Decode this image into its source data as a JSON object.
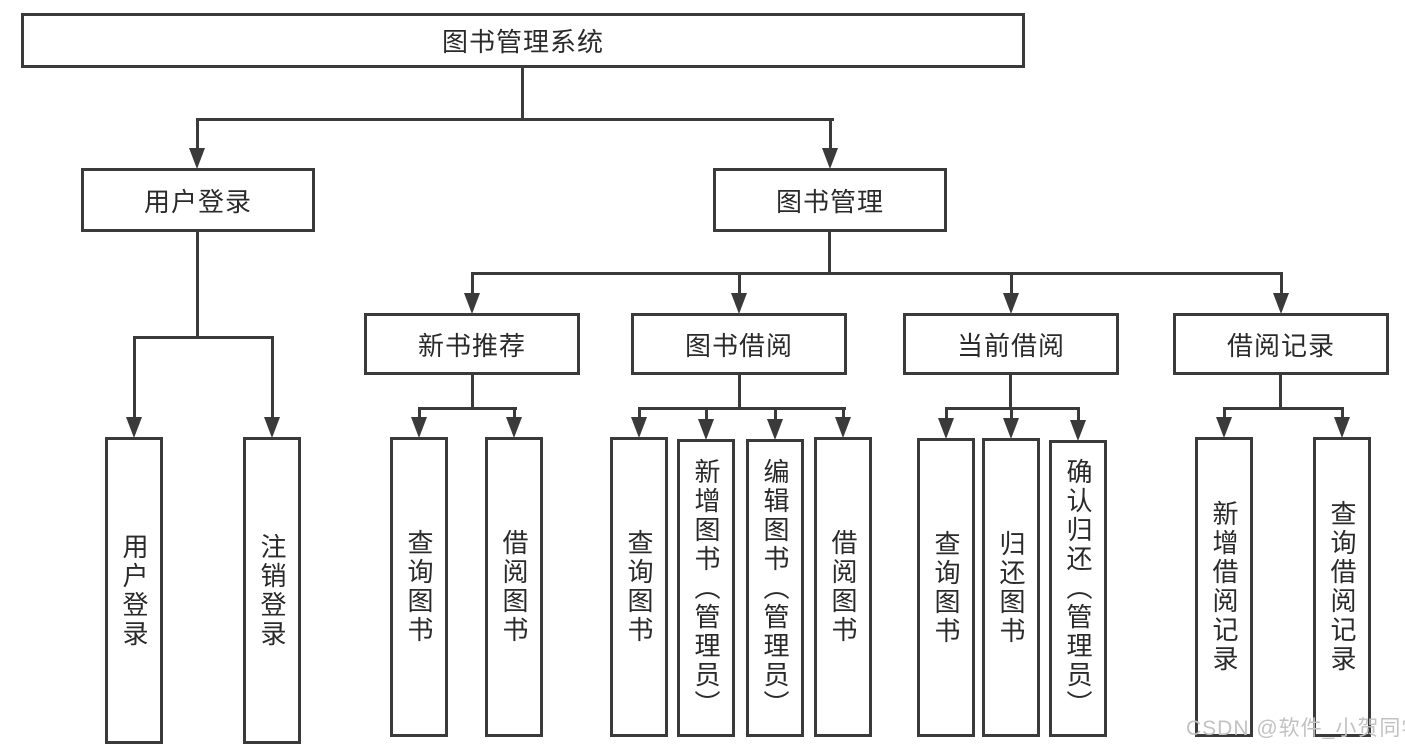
{
  "diagram": {
    "title_node": {
      "label": "图书管理系统"
    },
    "level2": {
      "user_login": {
        "label": "用户登录"
      },
      "book_mgmt": {
        "label": "图书管理"
      }
    },
    "level3": {
      "new_book_rec": {
        "label": "新书推荐"
      },
      "book_borrow": {
        "label": "图书借阅"
      },
      "current_borrow": {
        "label": "当前借阅"
      },
      "borrow_records": {
        "label": "借阅记录"
      }
    },
    "leaves": {
      "user_login": {
        "label": "用户登录"
      },
      "logout": {
        "label": "注销登录"
      },
      "query_book_1": {
        "label": "查询图书"
      },
      "borrow_book_1": {
        "label": "借阅图书"
      },
      "query_book_2": {
        "label": "查询图书"
      },
      "add_book": {
        "label": "新增图书（管理员）"
      },
      "edit_book": {
        "label": "编辑图书（管理员）"
      },
      "borrow_book_2": {
        "label": "借阅图书"
      },
      "query_book_3": {
        "label": "查询图书"
      },
      "return_book": {
        "label": "归还图书"
      },
      "confirm_return": {
        "label": "确认归还（管理员）"
      },
      "add_record": {
        "label": "新增借阅记录"
      },
      "query_record": {
        "label": "查询借阅记录"
      }
    }
  },
  "watermark": {
    "text": "CSDN @软件_小贺同学"
  },
  "colors": {
    "line": "#3a3a3a",
    "text": "#2a2a2a",
    "watermark": "#c2c2c2",
    "background": "#ffffff"
  }
}
